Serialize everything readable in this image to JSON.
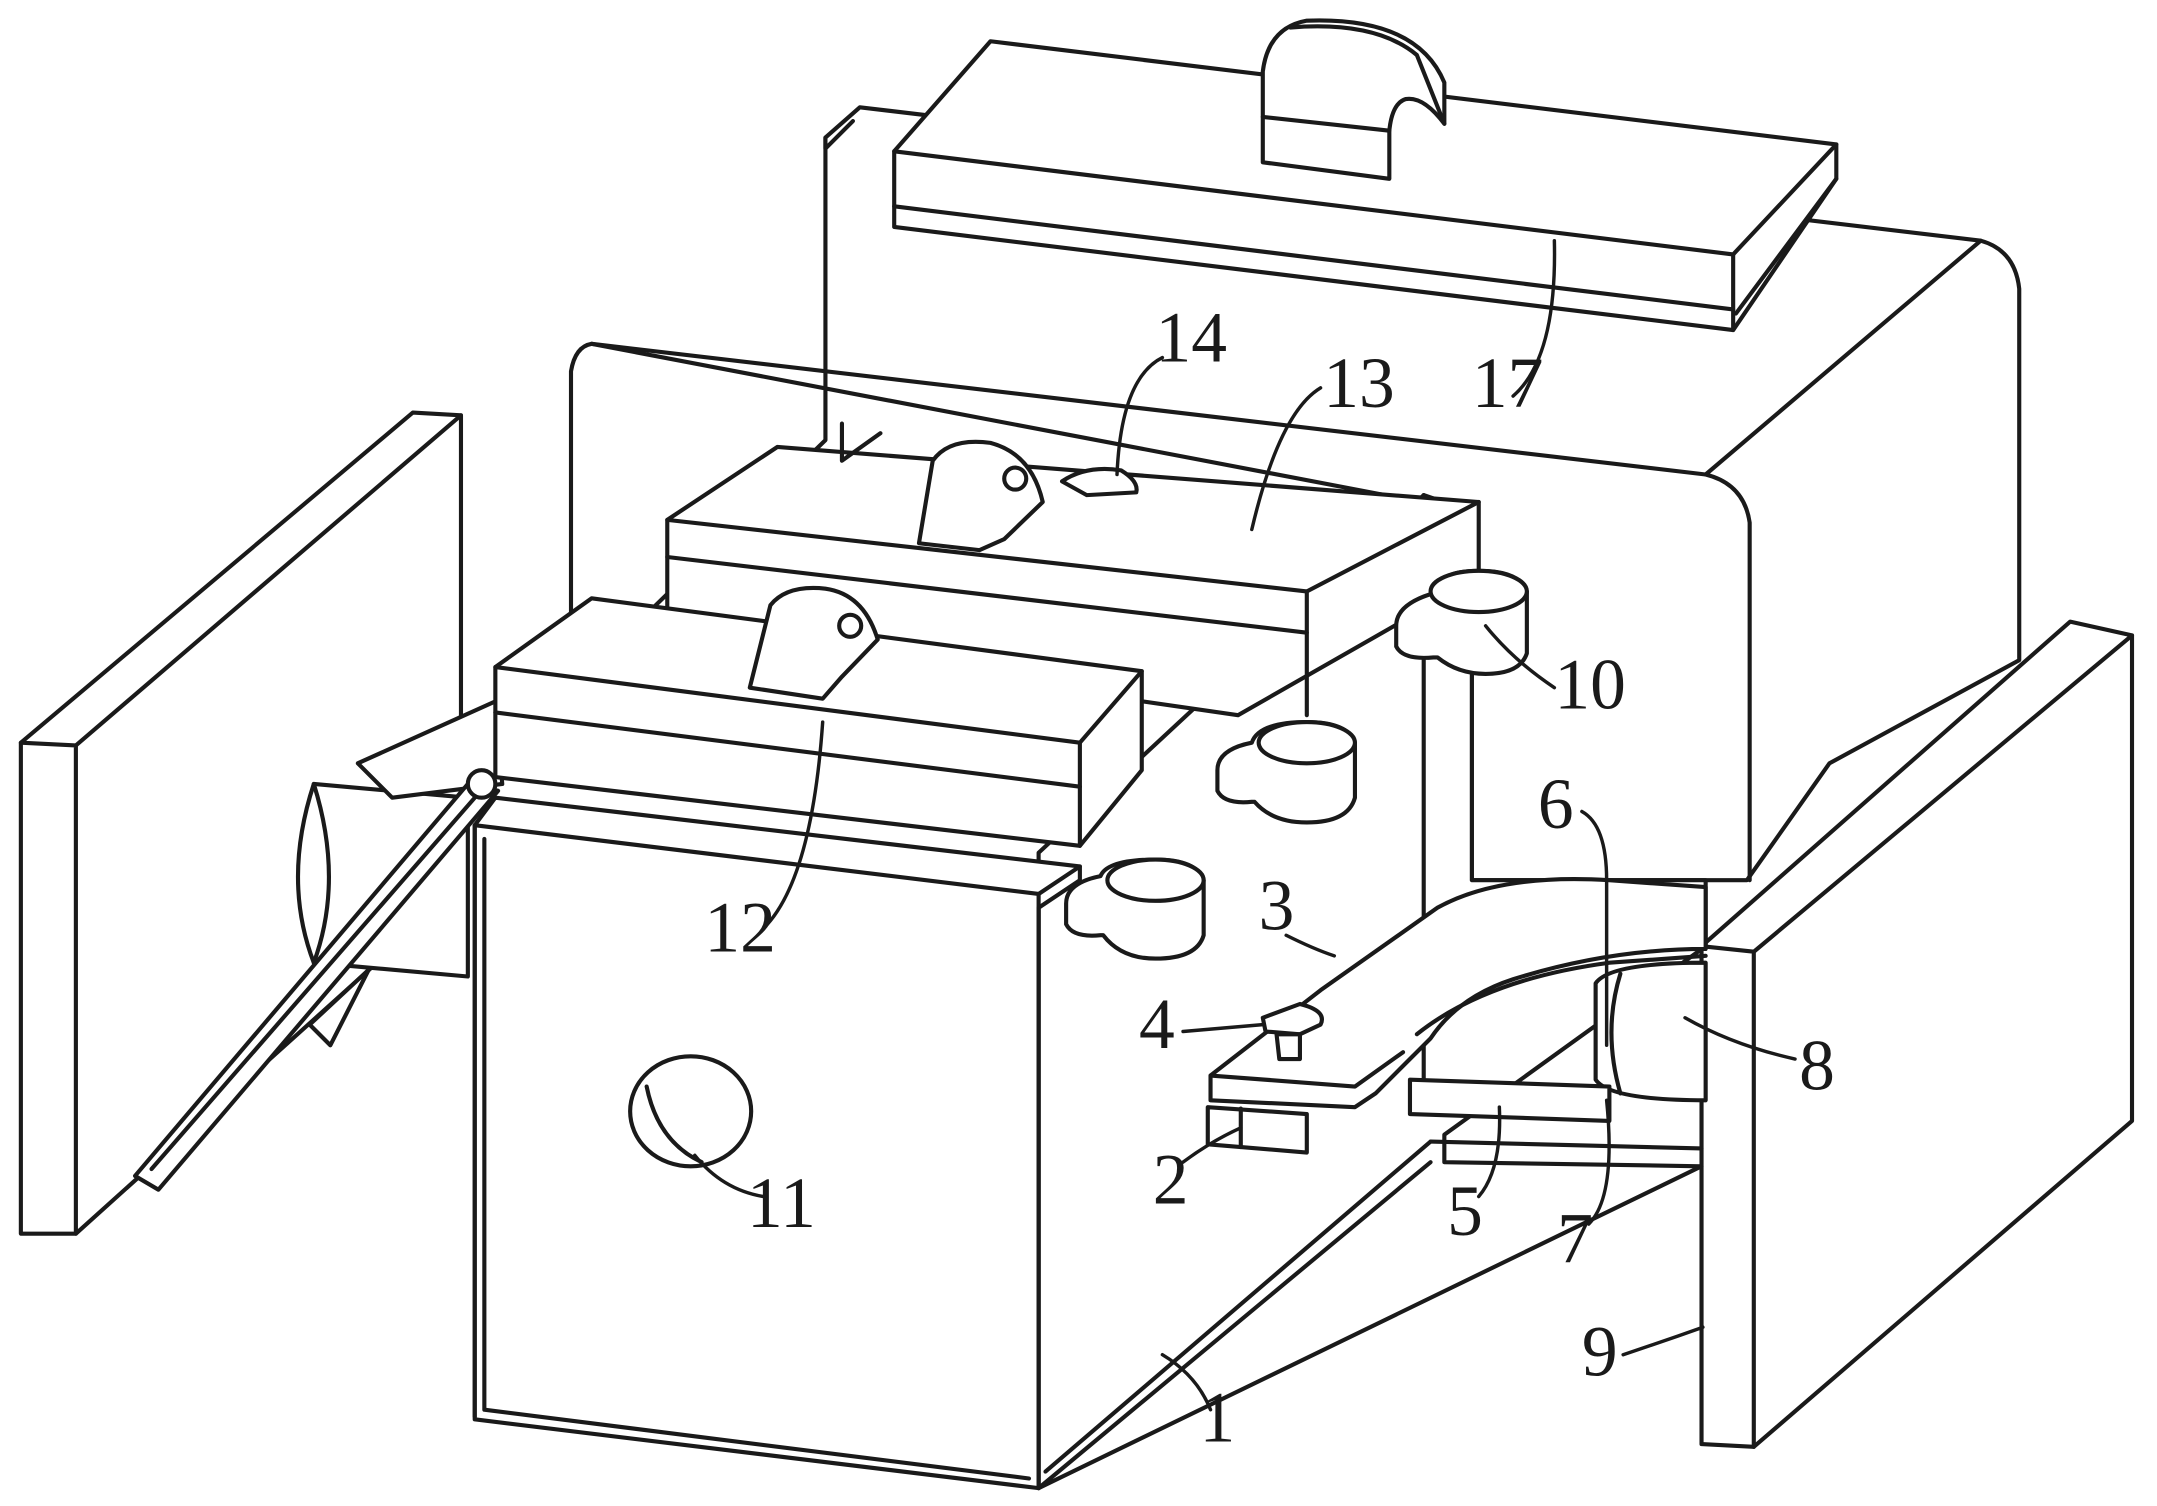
{
  "figure": {
    "stroke_color": "#1a1a1a",
    "background": "#ffffff",
    "callouts": {
      "c1": "1",
      "c2": "2",
      "c3": "3",
      "c4": "4",
      "c5": "5",
      "c6": "6",
      "c7": "7",
      "c8": "8",
      "c9": "9",
      "c10": "10",
      "c11": "11",
      "c12": "12",
      "c13": "13",
      "c14": "14",
      "c17": "17"
    }
  }
}
